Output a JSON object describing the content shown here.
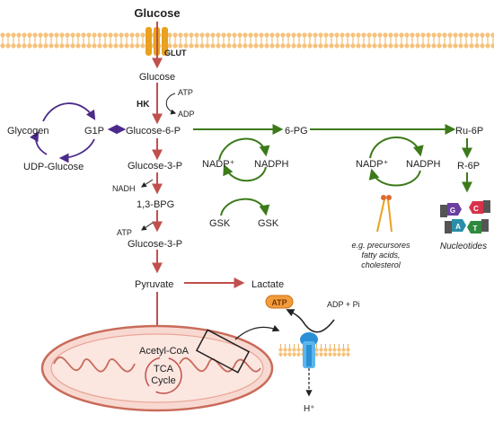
{
  "diagram": {
    "labels": {
      "glucose_top": "Glucose",
      "glut": "GLUT",
      "glucose": "Glucose",
      "hk": "HK",
      "atp_hk": "ATP",
      "adp_hk": "ADP",
      "glycogen": "Glycogen",
      "g1p": "G1P",
      "udp_glucose": "UDP-Glucose",
      "glucose_6_p": "Glucose-6-P",
      "glucose_3_p_1": "Glucose-3-P",
      "nadh": "NADH",
      "bpg": "1,3-BPG",
      "atp_glyc": "ATP",
      "glucose_3_p_2": "Glucose-3-P",
      "pyruvate": "Pyruvate",
      "lactate": "Lactate",
      "acetyl_coa": "Acetyl-CoA",
      "tca_1": "TCA",
      "tca_2": "Cycle",
      "nadp_1": "NADP⁺",
      "nadph_1": "NADPH",
      "gsk_1": "GSK",
      "gsk_2": "GSK",
      "pg6": "6-PG",
      "nadp_2": "NADP⁺",
      "nadph_2": "NADPH",
      "precursors_1": "e.g. precursores",
      "precursors_2": "fatty acids,",
      "precursors_3": "cholesterol",
      "ru6p": "Ru-6P",
      "r6p": "R-6P",
      "nucleotides": "Nucleotides",
      "atp_pill": "ATP",
      "adp_pi": "ADP + Pi",
      "h_plus": "H⁺",
      "nuc_g": "G",
      "nuc_c": "C",
      "nuc_a": "A",
      "nuc_t": "T"
    },
    "colors": {
      "glycolysis_arrow": "#c0504d",
      "ppp_arrow": "#3c7a1a",
      "glycogen_arrow": "#4b2a8a",
      "membrane": "#f6c27a",
      "mito_fill": "#f8d9d2",
      "mito_stroke": "#c96b5a",
      "atp_pill": "#f39c3d",
      "channel": "#2b8fd6",
      "nuc_g": "#6a3fa0",
      "nuc_c": "#d8324a",
      "nuc_a": "#2a8ea8",
      "nuc_t": "#2e8a3e"
    }
  }
}
